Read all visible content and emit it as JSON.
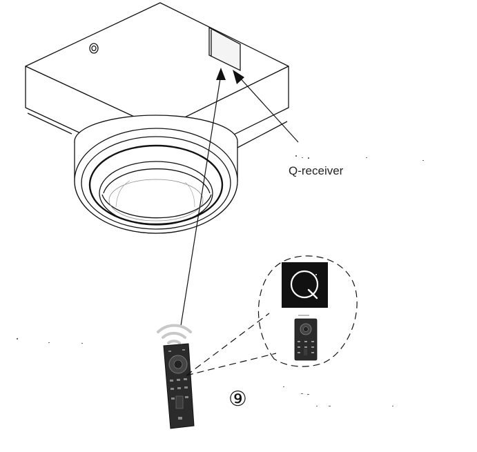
{
  "diagram": {
    "receiver_label": "Q-receiver",
    "step_marker": "⑨",
    "logo_letter": "Q",
    "colors": {
      "line": "#111111",
      "logo_bg": "#111111",
      "logo_fg": "#ffffff",
      "remote_body": "#2b2b2b",
      "wifi": "#c8c8c8"
    }
  }
}
